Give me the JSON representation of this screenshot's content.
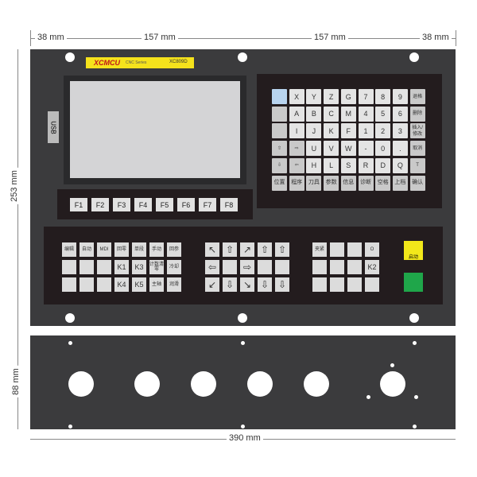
{
  "dimensions": {
    "top": [
      "38 mm",
      "157 mm",
      "157 mm",
      "38 mm"
    ],
    "height_top": "253 mm",
    "height_bottom": "88 mm",
    "width": "390 mm"
  },
  "logo": {
    "brand": "XCMCU",
    "series": "CNC Series",
    "model": "XC809D"
  },
  "usb_label": "USB",
  "colors": {
    "panel": "#3b3b3d",
    "bezel": "#231c1e",
    "screen": "#d4d4d6",
    "logo_strip": "#f5e21c",
    "yellow_button": "#f2e81a",
    "green_button": "#1fa64a"
  },
  "function_keys": [
    "F1",
    "F2",
    "F3",
    "F4",
    "F5",
    "F6",
    "F7",
    "F8"
  ],
  "keyboard": [
    [
      "",
      "X",
      "Y",
      "Z",
      "G",
      "7",
      "8",
      "9",
      "退格"
    ],
    [
      "",
      "A",
      "B",
      "C",
      "M",
      "4",
      "5",
      "6",
      "删除"
    ],
    [
      "",
      "I",
      "J",
      "K",
      "F",
      "1",
      "2",
      "3",
      "插入/修改"
    ],
    [
      "⇧",
      "⇨",
      "U",
      "V",
      "W",
      "-",
      "0",
      ".",
      "取消"
    ],
    [
      "⇩",
      "⇦",
      "H",
      "L",
      "S",
      "R",
      "D",
      "Q",
      "T"
    ],
    [
      "位置",
      "程序",
      "刀具",
      "参数",
      "信息",
      "诊断",
      "空格",
      "上档",
      "确认"
    ]
  ],
  "jog_keys": [
    [
      "编辑",
      "自动",
      "MDI",
      "回零",
      "单段",
      "手动",
      "回参"
    ],
    [
      "",
      "",
      "",
      "K1",
      "K3",
      "计数清零",
      "冷却"
    ],
    [
      "",
      "",
      "",
      "K4",
      "K5",
      "主轴",
      "润滑"
    ]
  ],
  "arrow_keys": [
    [
      "↖",
      "⇧",
      "↗",
      "⇧",
      "⇧"
    ],
    [
      "⇦",
      "",
      "⇨",
      "",
      ""
    ],
    [
      "↙",
      "⇩",
      "↘",
      "⇩",
      "⇩"
    ]
  ],
  "override_keys": [
    [
      "夹紧",
      "",
      "",
      "O"
    ],
    [
      "",
      "",
      "",
      "K2"
    ],
    [
      "",
      "",
      "",
      ""
    ]
  ],
  "start_button_label": "启动",
  "stop_button_label": ""
}
